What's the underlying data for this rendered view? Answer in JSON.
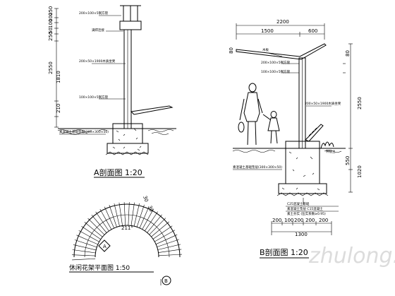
{
  "section_a": {
    "title": "A剖面图 1:20",
    "top_dims": [
      "250",
      "100",
      "100",
      "50",
      "250"
    ],
    "mid_dims": [
      "2550",
      "1810",
      "210"
    ],
    "notes": {
      "cap_note": "200×100×5钢方管",
      "weld_note": "满焊连接",
      "post_note": "200×50×1900木质坐凳",
      "pipe_note": "100×100×5钢方管",
      "footing_note": "素混凝土基础垫层(300×300×50)"
    }
  },
  "section_b": {
    "title": "B剖面图 1:20",
    "width_total": "2200",
    "width_left": "1500",
    "width_right": "600",
    "top_dim": "80",
    "right_dims": [
      "2550",
      "550",
      "1020"
    ],
    "bottom_dims": [
      "200",
      "100",
      "200",
      "200",
      "200"
    ],
    "bottom_total": "1300",
    "notes": {
      "roof_note": "木板",
      "beam_note": "200×100×5钢方管",
      "steel_note": "100×100×5钢方管",
      "bench_note": "200×50×1900木质坐凳",
      "ground_note": "种植土",
      "footing_note": "素混凝土基础垫层(300×300×50)"
    },
    "legend_lines": [
      "C25混凝土基础",
      "素混凝土垫层 C15混凝土",
      "素土夯实 (压实系数≥0.95)"
    ]
  },
  "plan": {
    "title": "休闲花架平面图 1:50",
    "angle_label": "211°",
    "radius_labels": [
      "30",
      "30"
    ],
    "marker_a": "A",
    "marker_b": "B"
  },
  "watermark": "zhulong.com"
}
